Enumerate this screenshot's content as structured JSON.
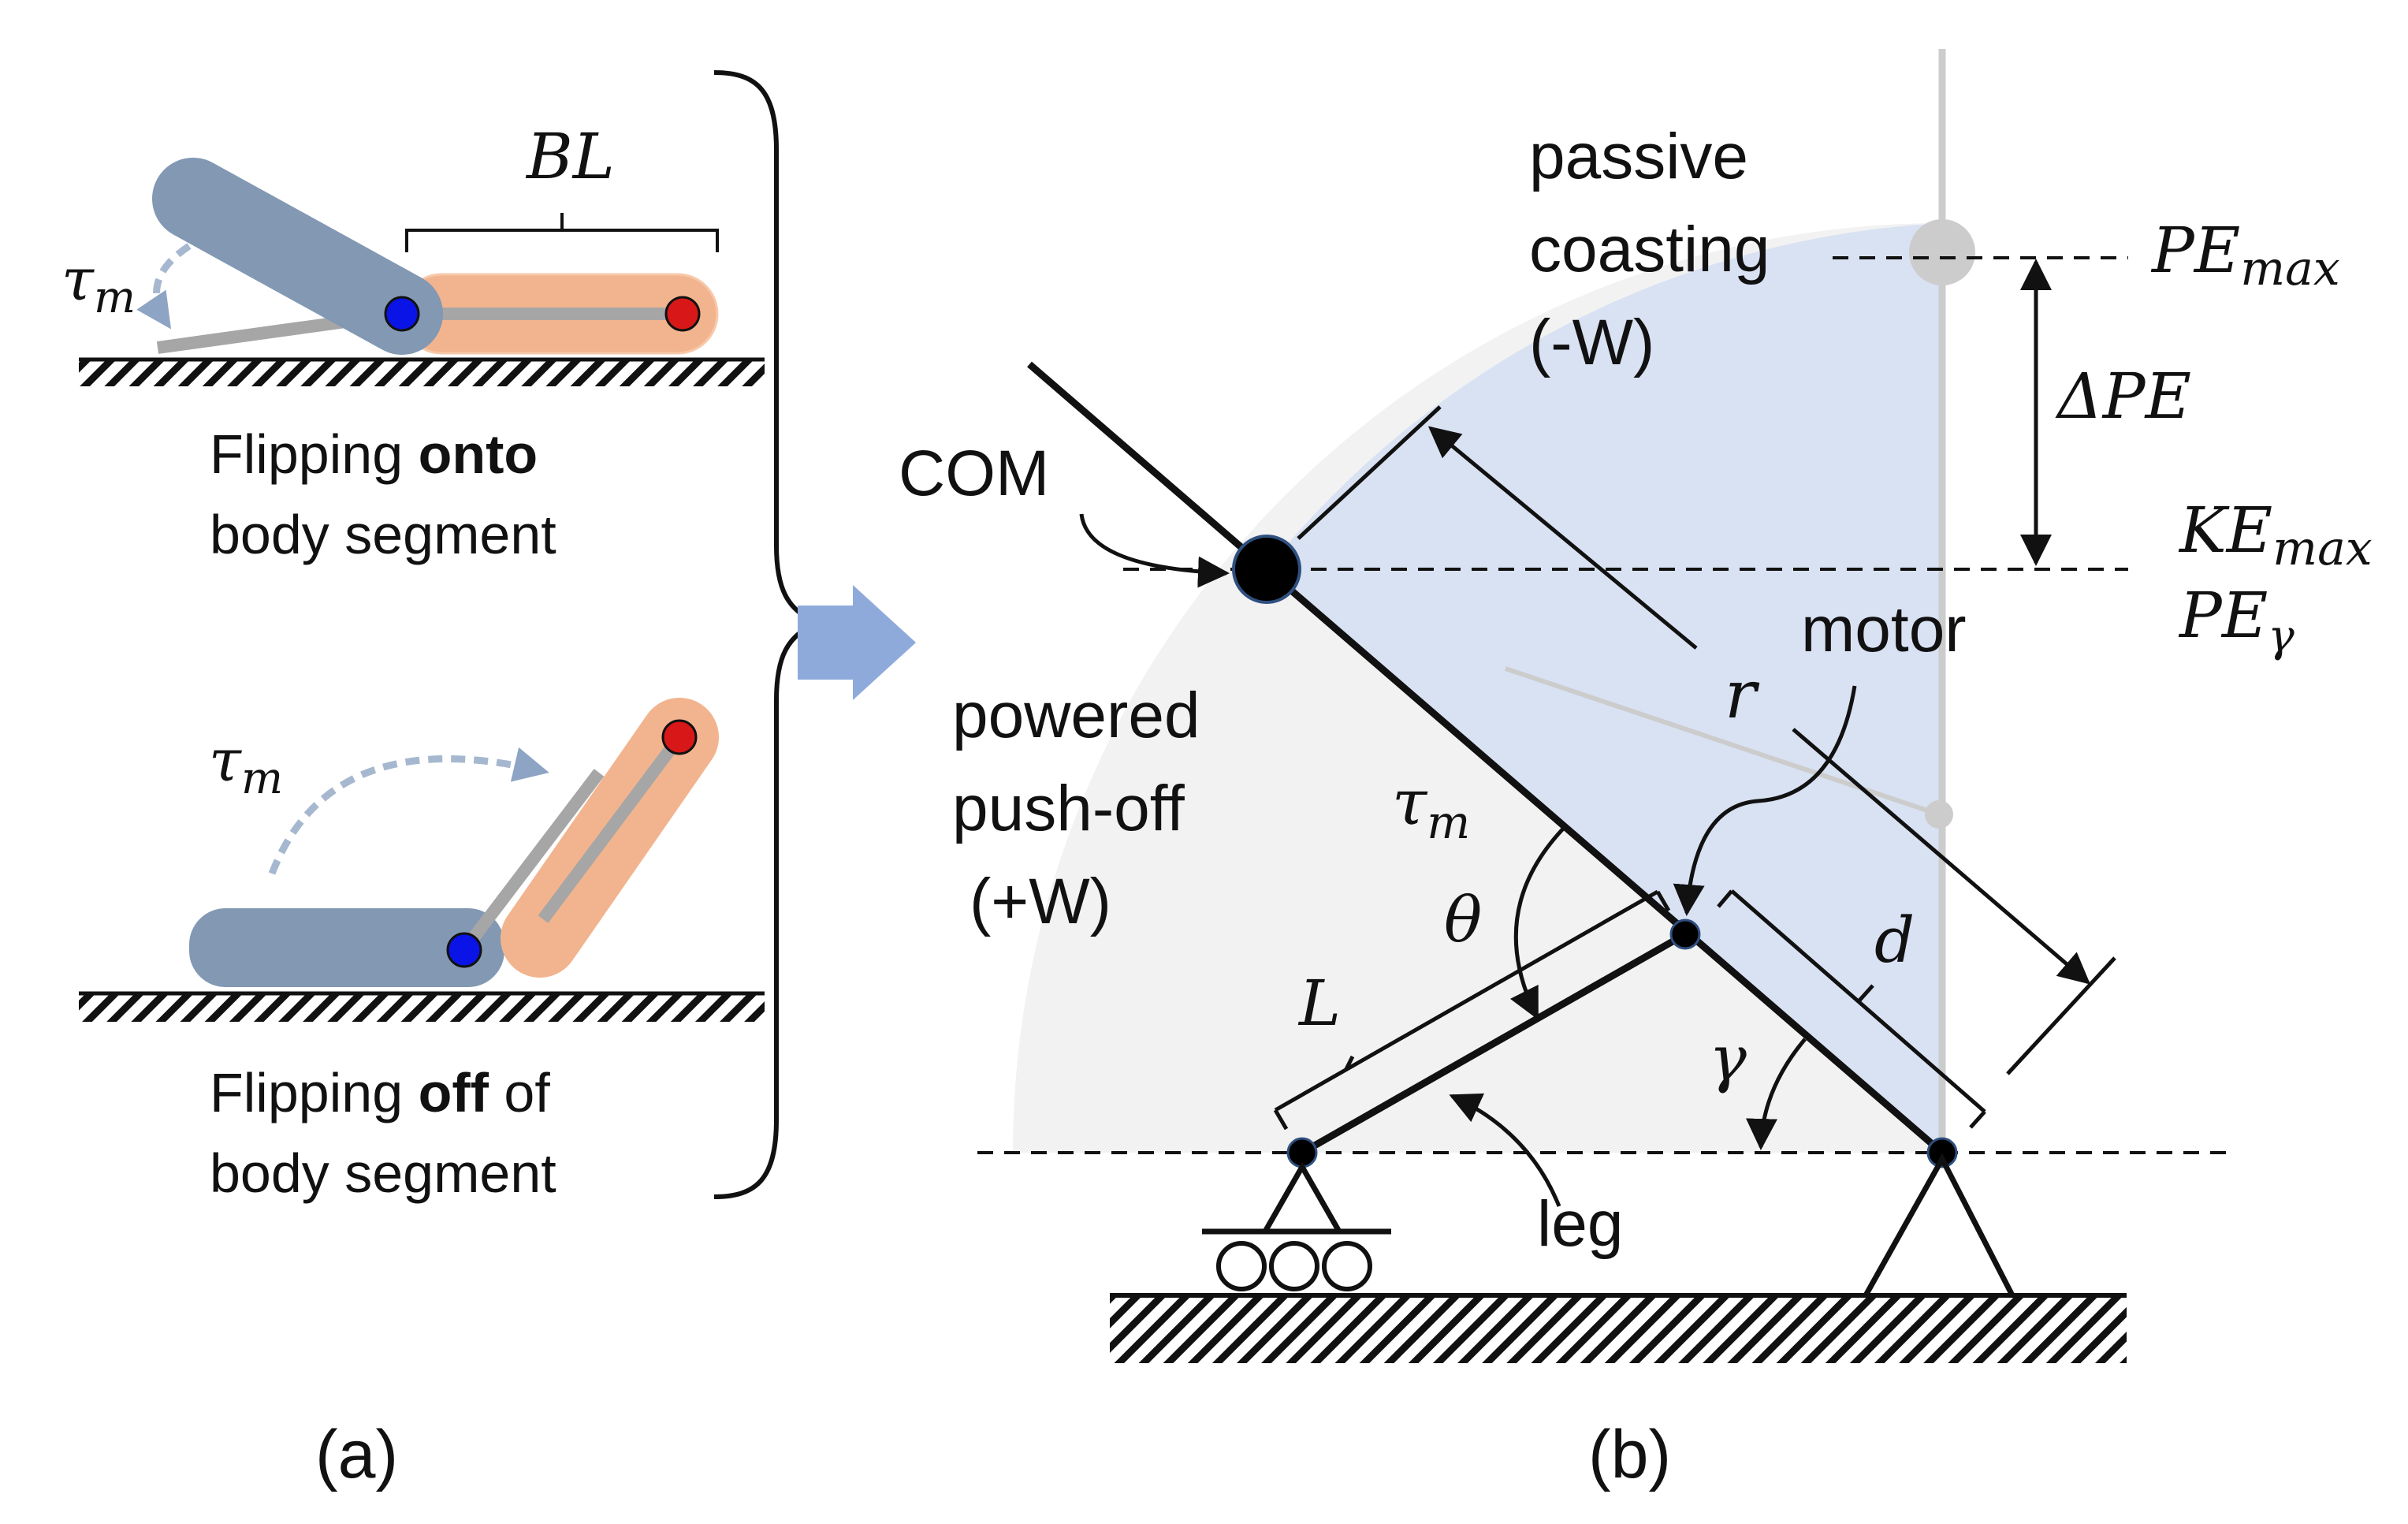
{
  "panel_a": {
    "bl_label": "BL",
    "tau_label_top": "τ",
    "tau_sub_top": "m",
    "onto_caption": {
      "line1_pre": "Flipping ",
      "line1_bold": "onto",
      "line2": "body segment"
    },
    "tau_label_bottom": "τ",
    "tau_sub_bottom": "m",
    "off_caption": {
      "line1_pre": "Flipping ",
      "line1_bold": "off",
      "line1_post": " of",
      "line2": "body segment"
    },
    "panel_label": "(a)"
  },
  "panel_b": {
    "passive_line1": "passive",
    "passive_line2": "coasting",
    "passive_line3": "(-W)",
    "pe_max": "PE",
    "pe_max_sub": "max",
    "delta_pe": "ΔPE",
    "ke_max": "KE",
    "ke_max_sub": "max",
    "pe_gamma": "PE",
    "pe_gamma_sub": "γ",
    "com_label": "COM",
    "motor_label": "motor",
    "r_label": "r",
    "powered_line1": "powered",
    "powered_line2": "push-off",
    "powered_line3": "(+W)",
    "tau_label": "τ",
    "tau_sub": "m",
    "theta_label": "θ",
    "d_label": "d",
    "l_label": "L",
    "gamma_label": "γ",
    "leg_label": "leg",
    "panel_label": "(b)"
  },
  "colors": {
    "body_blue": "#8298b3",
    "segment_orange": "#f2b48e",
    "joint_blue": "#0a14e6",
    "joint_red": "#d81818",
    "shade_blue": "#d9e2f3",
    "shade_grey": "#f2f2f2",
    "arrow_blue": "#8eaadb"
  }
}
